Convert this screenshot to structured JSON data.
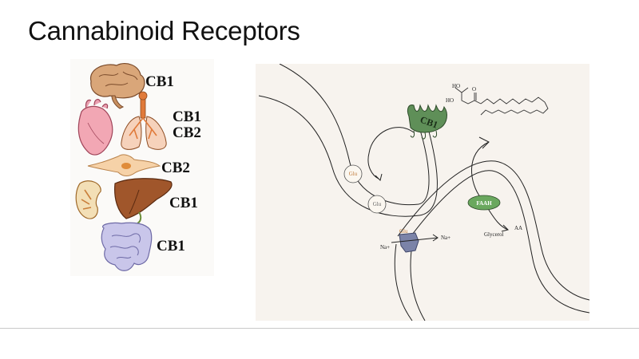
{
  "slide": {
    "title": "Cannabinoid Receptors"
  },
  "organs_panel": {
    "brain_label": "CB1",
    "lung_label_1": "CB1",
    "lung_label_2": "CB2",
    "immune_cell_label": "CB2",
    "liver_label": "CB1",
    "intestine_label": "CB1"
  },
  "synapse_panel": {
    "receptor_label": "CB1",
    "enzyme_label": "FAAH",
    "glu_label_1": "Glu",
    "glu_label_2": "Glu",
    "glu_label_3": "Glu",
    "na_in_label": "Na+",
    "na_out_label": "Na+",
    "glycerol_label": "Glycerol",
    "aa_label": "AA",
    "ho_label_1": "HO",
    "ho_label_2": "HO",
    "o_label": "O"
  },
  "colors": {
    "receptor": "#5f8f58",
    "enzyme": "#6aa85e",
    "channel": "#7b83a8",
    "organ_brain": "#d9a679",
    "organ_heart": "#f2a7b4",
    "organ_liver": "#a0562b",
    "organ_intestine": "#c9c6ea"
  }
}
